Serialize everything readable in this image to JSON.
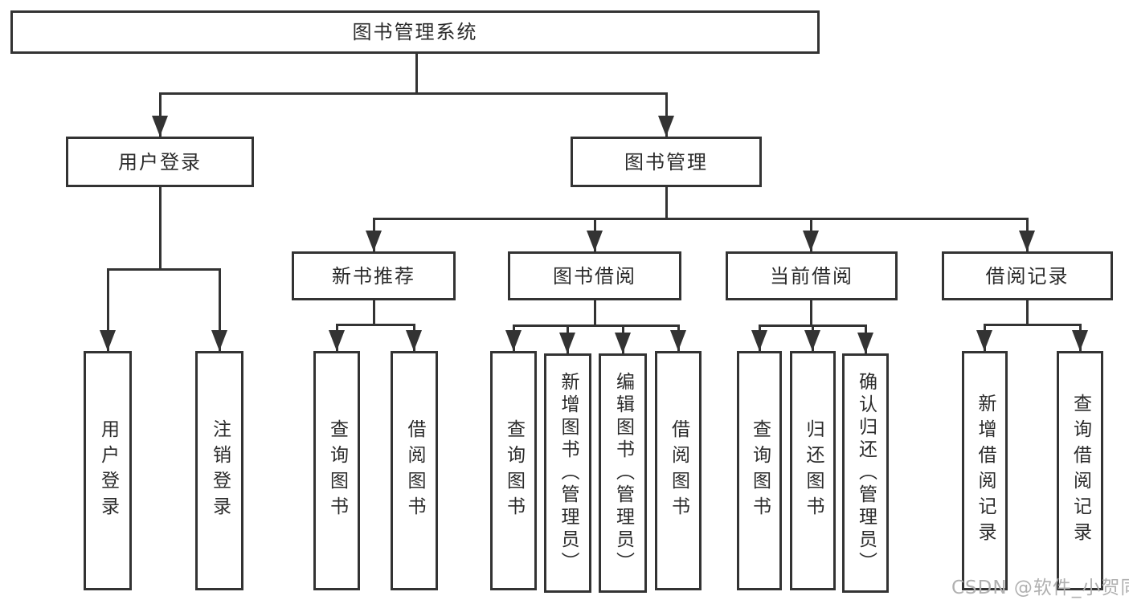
{
  "diagram": {
    "title": "图书管理系统",
    "tree": {
      "label": "图书管理系统",
      "children": [
        {
          "label": "用户登录",
          "children": [
            {
              "label": "用户登录"
            },
            {
              "label": "注销登录"
            }
          ]
        },
        {
          "label": "图书管理",
          "children": [
            {
              "label": "新书推荐",
              "children": [
                {
                  "label": "查询图书"
                },
                {
                  "label": "借阅图书"
                }
              ]
            },
            {
              "label": "图书借阅",
              "children": [
                {
                  "label": "查询图书"
                },
                {
                  "label": "新增图书（管理员）"
                },
                {
                  "label": "编辑图书（管理员）"
                },
                {
                  "label": "借阅图书"
                }
              ]
            },
            {
              "label": "当前借阅",
              "children": [
                {
                  "label": "查询图书"
                },
                {
                  "label": "归还图书"
                },
                {
                  "label": "确认归还（管理员）"
                }
              ]
            },
            {
              "label": "借阅记录",
              "children": [
                {
                  "label": "新增借阅记录"
                },
                {
                  "label": "查询借阅记录"
                }
              ]
            }
          ]
        }
      ]
    }
  },
  "watermark": {
    "text": "CSDN @软件_小贺同学"
  },
  "colors": {
    "line": "#333333",
    "node_border": "#333333",
    "text": "#2b2b2b",
    "watermark": "#b0b0b0",
    "background": "#ffffff"
  }
}
